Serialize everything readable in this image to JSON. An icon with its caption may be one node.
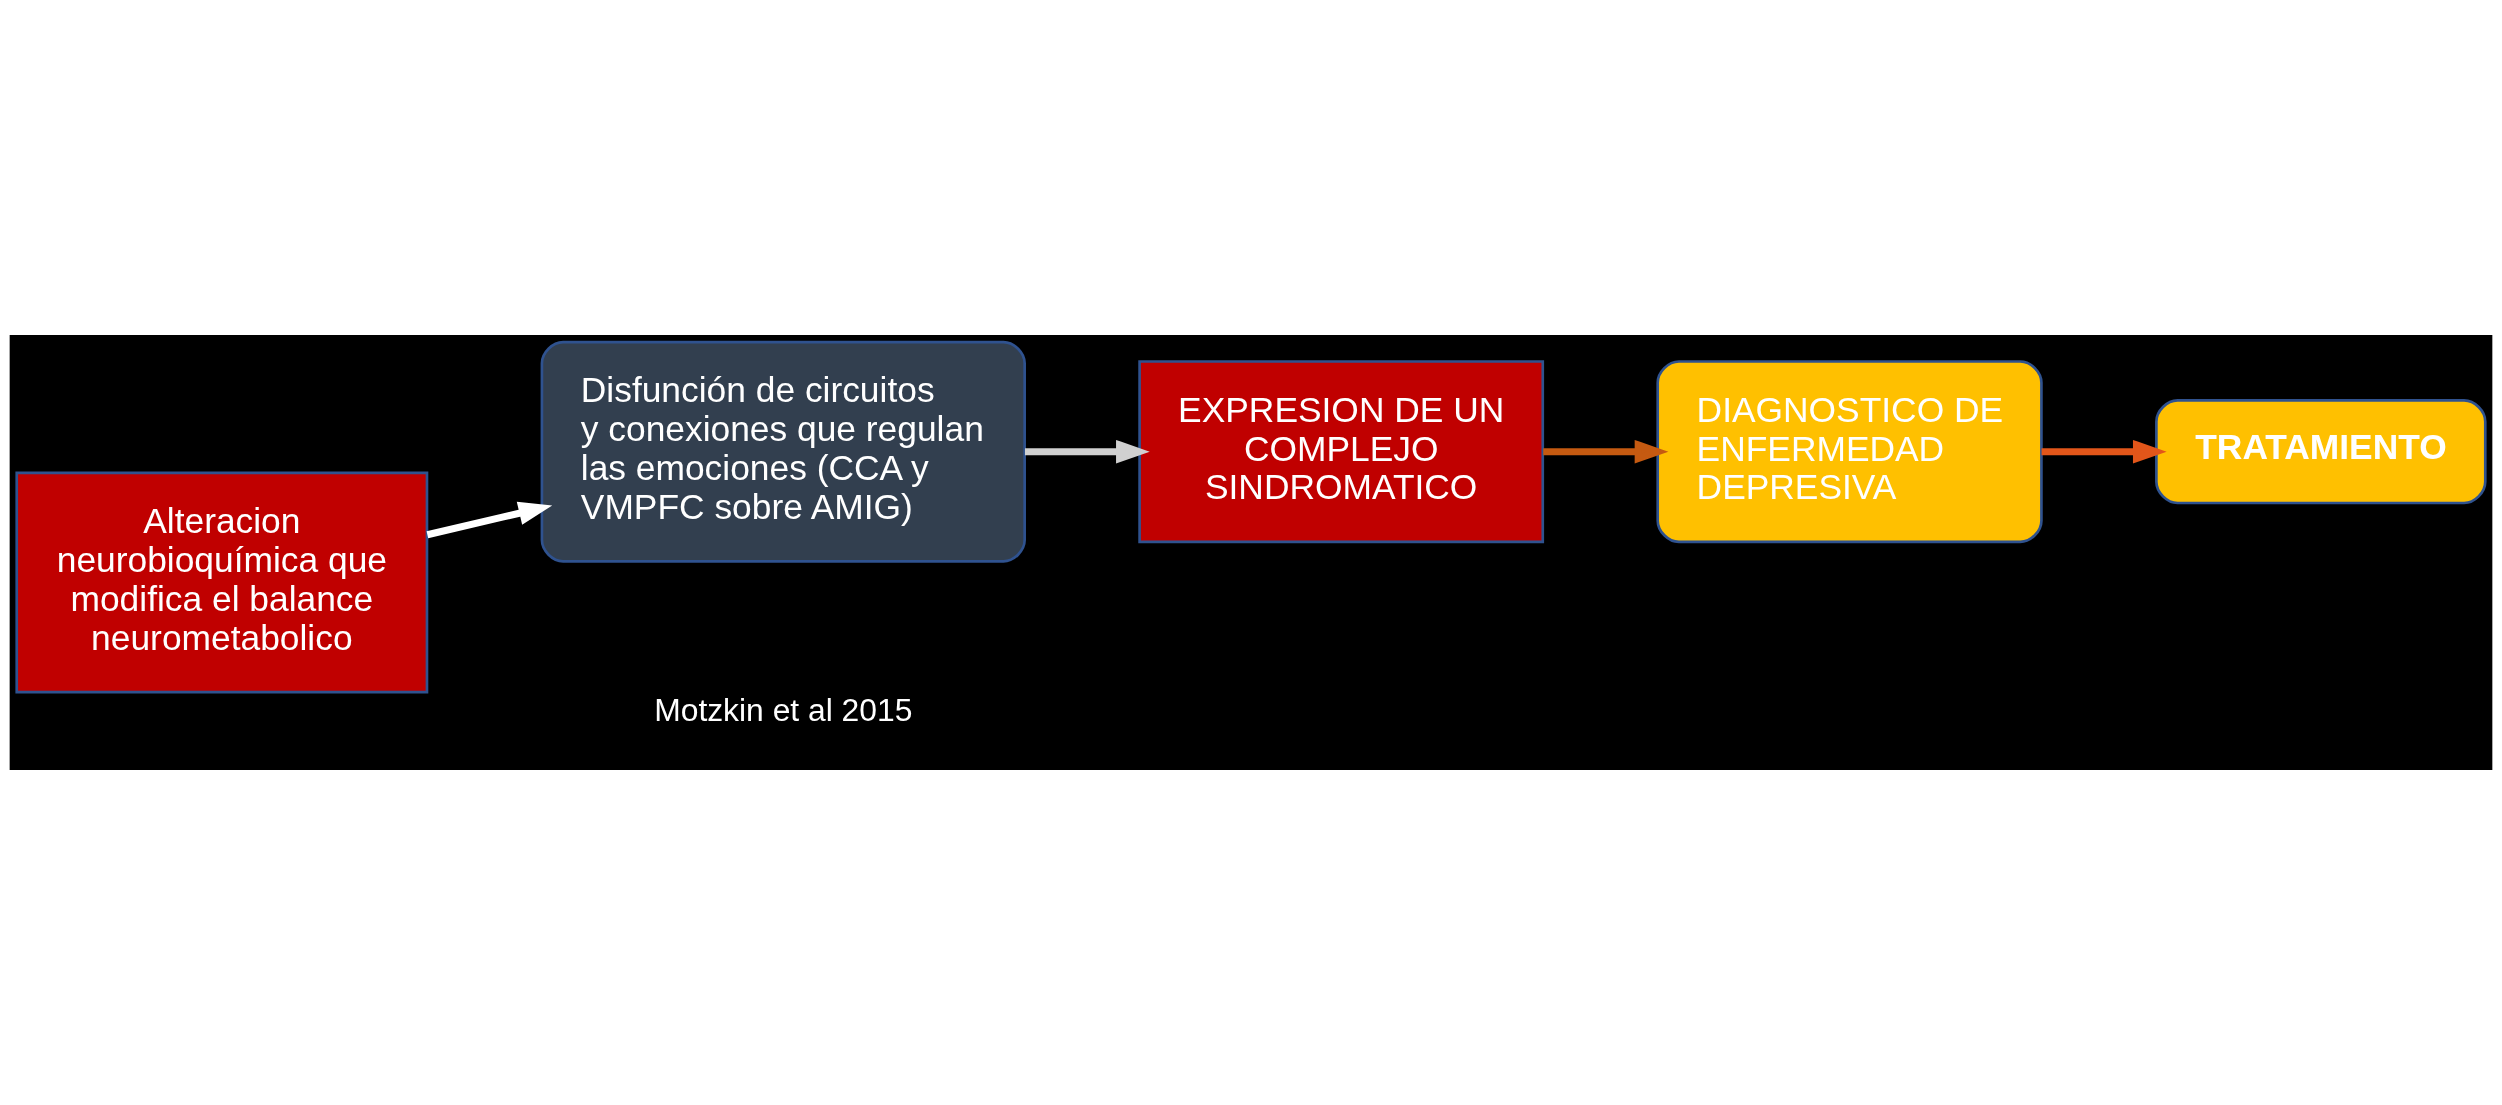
{
  "diagram": {
    "nodes": [
      {
        "text": [
          "Alteracion neurobioquímica que modifica el balance neurometabolico"
        ]
      },
      {
        "text": [
          "Disfunción de circuitos y conexiones que regulan las emociones (CCA y VMPFC sobre AMIG)"
        ]
      },
      {
        "text": [
          "EXPRESION DE UN COMPLEJO SINDROMATICO"
        ]
      },
      {
        "text": [
          "DIAGNOSTICO DE ENFERMEDAD DEPRESIVA"
        ]
      },
      {
        "text": [
          "TRATAMIENTO"
        ]
      }
    ],
    "edges": [
      {
        "from": 0,
        "to": 1,
        "arrow": "to",
        "color": "#ffffff"
      },
      {
        "from": 1,
        "to": 2,
        "arrow": "to",
        "color": "#d0d0d0"
      },
      {
        "from": 2,
        "to": 3,
        "arrow": "to",
        "color": "#c55a11"
      },
      {
        "from": 3,
        "to": 4,
        "arrow": "to",
        "color": "#e2561a"
      }
    ],
    "labels": [
      "Motzkin et al 2015"
    ]
  }
}
